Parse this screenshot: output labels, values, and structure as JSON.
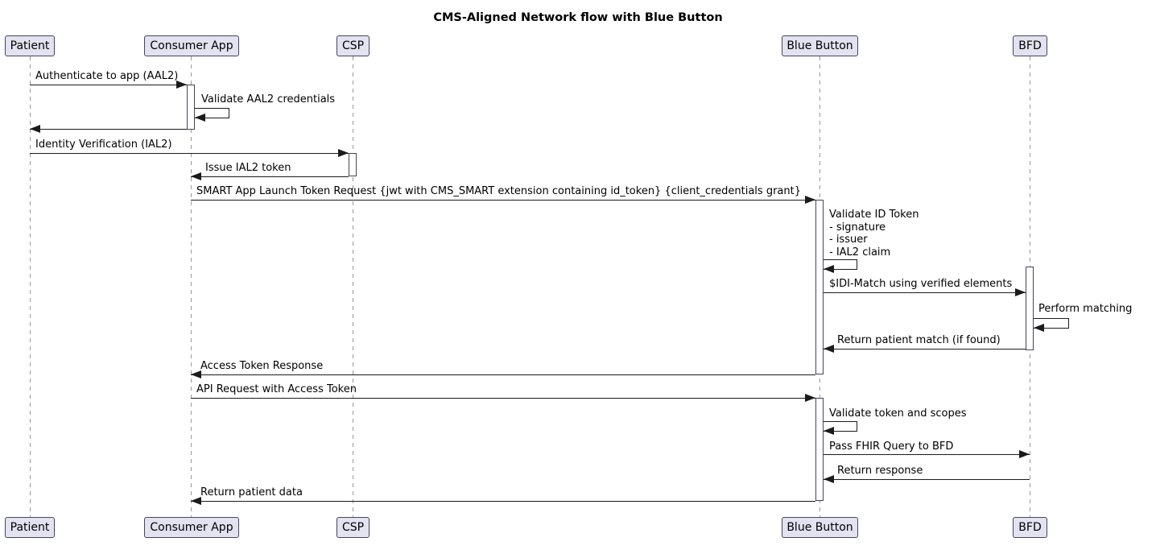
{
  "title": "CMS-Aligned Network flow with Blue Button",
  "participants": [
    {
      "name": "Patient"
    },
    {
      "name": "Consumer App"
    },
    {
      "name": "CSP"
    },
    {
      "name": "Blue Button"
    },
    {
      "name": "BFD"
    }
  ],
  "messages": [
    {
      "from": "Patient",
      "to": "Consumer App",
      "kind": "arrow",
      "label": "Authenticate to app (AAL2)"
    },
    {
      "from": "Consumer App",
      "to": "Consumer App",
      "kind": "self",
      "label": "Validate AAL2 credentials"
    },
    {
      "from": "Consumer App",
      "to": "Patient",
      "kind": "arrow",
      "label": ""
    },
    {
      "from": "Patient",
      "to": "CSP",
      "kind": "arrow",
      "label": "Identity Verification (IAL2)"
    },
    {
      "from": "CSP",
      "to": "Consumer App",
      "kind": "arrow",
      "label": "Issue IAL2 token"
    },
    {
      "from": "Consumer App",
      "to": "Blue Button",
      "kind": "arrow",
      "label": "SMART App Launch Token Request {jwt with CMS_SMART extension containing id_token} {client_credentials grant}"
    },
    {
      "from": "Blue Button",
      "to": "Blue Button",
      "kind": "self",
      "lines": [
        "Validate ID Token",
        "- signature",
        "- issuer",
        "- IAL2 claim"
      ]
    },
    {
      "from": "Blue Button",
      "to": "BFD",
      "kind": "arrow",
      "label": "$IDI-Match using verified elements"
    },
    {
      "from": "BFD",
      "to": "BFD",
      "kind": "self",
      "label": "Perform matching"
    },
    {
      "from": "BFD",
      "to": "Blue Button",
      "kind": "arrow",
      "label": "Return patient match (if found)"
    },
    {
      "from": "Blue Button",
      "to": "Consumer App",
      "kind": "arrow",
      "label": "Access Token Response"
    },
    {
      "from": "Consumer App",
      "to": "Blue Button",
      "kind": "arrow",
      "label": "API Request with Access Token"
    },
    {
      "from": "Blue Button",
      "to": "Blue Button",
      "kind": "self",
      "label": "Validate token and scopes"
    },
    {
      "from": "Blue Button",
      "to": "BFD",
      "kind": "arrow",
      "label": "Pass FHIR Query to BFD"
    },
    {
      "from": "BFD",
      "to": "Blue Button",
      "kind": "arrow",
      "label": "Return response"
    },
    {
      "from": "Blue Button",
      "to": "Consumer App",
      "kind": "arrow",
      "label": "Return patient data"
    }
  ],
  "colors": {
    "background": "#FFFFFF",
    "participant_fill": "#E2E2F0",
    "participant_border": "#45455E",
    "arrow": "#1B1B1B",
    "lifeline": "#9A9A9A",
    "activation_fill": "#FFFFFF"
  }
}
